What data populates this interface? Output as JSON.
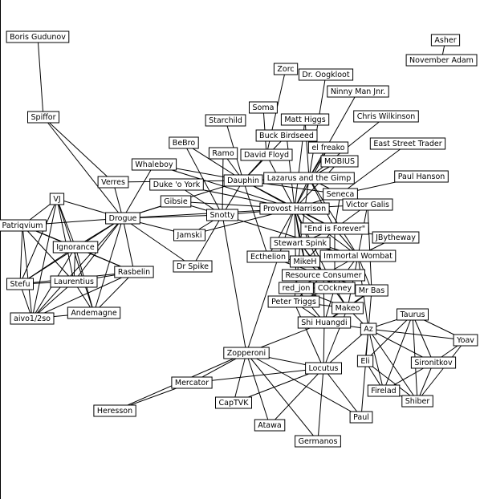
{
  "graph": {
    "nodes": [
      {
        "id": "boris",
        "label": "Boris Gudunov"
      },
      {
        "id": "spiffor",
        "label": "Spiffor"
      },
      {
        "id": "asher",
        "label": "Asher"
      },
      {
        "id": "november",
        "label": "November Adam"
      },
      {
        "id": "zorc",
        "label": "Zorc"
      },
      {
        "id": "oogkloot",
        "label": "Dr. Oogkloot"
      },
      {
        "id": "ninny",
        "label": "Ninny Man Jnr."
      },
      {
        "id": "soma",
        "label": "Soma"
      },
      {
        "id": "matthiggs",
        "label": "Matt Higgs"
      },
      {
        "id": "starchild",
        "label": "Starchild"
      },
      {
        "id": "chrisw",
        "label": "Chris Wilkinson"
      },
      {
        "id": "buck",
        "label": "Buck Birdseed"
      },
      {
        "id": "bebro",
        "label": "BeBro"
      },
      {
        "id": "eastst",
        "label": "East Street Trader"
      },
      {
        "id": "elfreako",
        "label": "el freako"
      },
      {
        "id": "ramo",
        "label": "Ramo"
      },
      {
        "id": "davidfloyd",
        "label": "David Floyd"
      },
      {
        "id": "mobius",
        "label": "MOBIUS"
      },
      {
        "id": "whaleboy",
        "label": "Whaleboy"
      },
      {
        "id": "paulhanson",
        "label": "Paul Hanson"
      },
      {
        "id": "verres",
        "label": "Verres"
      },
      {
        "id": "dukeoyork",
        "label": "Duke 'o York"
      },
      {
        "id": "dauphin",
        "label": "Dauphin"
      },
      {
        "id": "lazarus",
        "label": "Lazarus and the Gimp"
      },
      {
        "id": "seneca",
        "label": "Seneca"
      },
      {
        "id": "vj",
        "label": "VJ"
      },
      {
        "id": "gibsie",
        "label": "Gibsie"
      },
      {
        "id": "provost",
        "label": "Provost Harrison"
      },
      {
        "id": "victorgalis",
        "label": "Victor Galis"
      },
      {
        "id": "drogue",
        "label": "Drogue"
      },
      {
        "id": "snotty",
        "label": "Snotty"
      },
      {
        "id": "patriqvium",
        "label": "Patriqvium"
      },
      {
        "id": "endforever",
        "label": "\"End is Forever\""
      },
      {
        "id": "jamski",
        "label": "Jamski"
      },
      {
        "id": "jbytheway",
        "label": "JBytheway"
      },
      {
        "id": "stewart",
        "label": "Stewart Spink"
      },
      {
        "id": "ignorance",
        "label": "Ignorance"
      },
      {
        "id": "ecthelion",
        "label": "Ecthelion"
      },
      {
        "id": "immortal",
        "label": "Immortal Wombat"
      },
      {
        "id": "drspike",
        "label": "Dr Spike"
      },
      {
        "id": "mikeh",
        "label": "MikeH"
      },
      {
        "id": "rasbelin",
        "label": "Rasbelin"
      },
      {
        "id": "resource",
        "label": "Resource Consumer"
      },
      {
        "id": "laurentius",
        "label": "Laurentius"
      },
      {
        "id": "stefu",
        "label": "Stefu"
      },
      {
        "id": "redjon",
        "label": "red_jon"
      },
      {
        "id": "cockney",
        "label": "COckney"
      },
      {
        "id": "mrbas",
        "label": "Mr Bas"
      },
      {
        "id": "petertriggs",
        "label": "Peter Triggs"
      },
      {
        "id": "makeo",
        "label": "Makeo"
      },
      {
        "id": "aivo",
        "label": "aivo1/2so"
      },
      {
        "id": "andemagne",
        "label": "Andemagne"
      },
      {
        "id": "taurus",
        "label": "Taurus"
      },
      {
        "id": "shihuangdi",
        "label": "Shi Huangdi"
      },
      {
        "id": "az",
        "label": "Az"
      },
      {
        "id": "yoav",
        "label": "Yoav"
      },
      {
        "id": "zopperoni",
        "label": "Zopperoni"
      },
      {
        "id": "eli",
        "label": "Eli"
      },
      {
        "id": "sironitkov",
        "label": "Sironitkov"
      },
      {
        "id": "locutus",
        "label": "Locutus"
      },
      {
        "id": "mercator",
        "label": "Mercator"
      },
      {
        "id": "firelad",
        "label": "Firelad"
      },
      {
        "id": "shiber",
        "label": "Shiber"
      },
      {
        "id": "captvk",
        "label": "CapTVK"
      },
      {
        "id": "heresson",
        "label": "Heresson"
      },
      {
        "id": "paul",
        "label": "Paul"
      },
      {
        "id": "atawa",
        "label": "Atawa"
      },
      {
        "id": "germanos",
        "label": "Germanos"
      }
    ],
    "edges": [
      [
        "boris",
        "spiffor"
      ],
      [
        "asher",
        "november"
      ],
      [
        "spiffor",
        "drogue"
      ],
      [
        "spiffor",
        "verres"
      ],
      [
        "zorc",
        "davidfloyd"
      ],
      [
        "oogkloot",
        "lazarus"
      ],
      [
        "ninny",
        "lazarus"
      ],
      [
        "soma",
        "davidfloyd"
      ],
      [
        "matthiggs",
        "provost"
      ],
      [
        "matthiggs",
        "lazarus"
      ],
      [
        "starchild",
        "dauphin"
      ],
      [
        "chrisw",
        "lazarus"
      ],
      [
        "buck",
        "provost"
      ],
      [
        "buck",
        "dauphin"
      ],
      [
        "bebro",
        "dauphin"
      ],
      [
        "bebro",
        "snotty"
      ],
      [
        "eastst",
        "seneca"
      ],
      [
        "elfreako",
        "provost"
      ],
      [
        "elfreako",
        "lazarus"
      ],
      [
        "ramo",
        "dauphin"
      ],
      [
        "ramo",
        "snotty"
      ],
      [
        "davidfloyd",
        "provost"
      ],
      [
        "davidfloyd",
        "dauphin"
      ],
      [
        "mobius",
        "provost"
      ],
      [
        "mobius",
        "lazarus"
      ],
      [
        "whaleboy",
        "dauphin"
      ],
      [
        "whaleboy",
        "provost"
      ],
      [
        "whaleboy",
        "drogue"
      ],
      [
        "paulhanson",
        "seneca"
      ],
      [
        "verres",
        "dauphin"
      ],
      [
        "verres",
        "drogue"
      ],
      [
        "dukeoyork",
        "snotty"
      ],
      [
        "dukeoyork",
        "provost"
      ],
      [
        "dauphin",
        "provost"
      ],
      [
        "dauphin",
        "lazarus"
      ],
      [
        "dauphin",
        "snotty"
      ],
      [
        "dauphin",
        "drogue"
      ],
      [
        "dauphin",
        "ecthelion"
      ],
      [
        "dauphin",
        "endforever"
      ],
      [
        "dauphin",
        "seneca"
      ],
      [
        "lazarus",
        "provost"
      ],
      [
        "lazarus",
        "seneca"
      ],
      [
        "lazarus",
        "endforever"
      ],
      [
        "lazarus",
        "immortal"
      ],
      [
        "lazarus",
        "stewart"
      ],
      [
        "seneca",
        "provost"
      ],
      [
        "seneca",
        "victorgalis"
      ],
      [
        "seneca",
        "endforever"
      ],
      [
        "provost",
        "snotty"
      ],
      [
        "provost",
        "drogue"
      ],
      [
        "provost",
        "victorgalis"
      ],
      [
        "provost",
        "endforever"
      ],
      [
        "provost",
        "stewart"
      ],
      [
        "provost",
        "immortal"
      ],
      [
        "provost",
        "mikeh"
      ],
      [
        "provost",
        "resource"
      ],
      [
        "provost",
        "ecthelion"
      ],
      [
        "provost",
        "jamski"
      ],
      [
        "provost",
        "zopperoni"
      ],
      [
        "provost",
        "redjon"
      ],
      [
        "provost",
        "cockney"
      ],
      [
        "victorgalis",
        "endforever"
      ],
      [
        "victorgalis",
        "immortal"
      ],
      [
        "victorgalis",
        "mrbas"
      ],
      [
        "gibsie",
        "snotty"
      ],
      [
        "gibsie",
        "provost"
      ],
      [
        "gibsie",
        "drogue"
      ],
      [
        "drogue",
        "snotty"
      ],
      [
        "drogue",
        "jamski"
      ],
      [
        "drogue",
        "vj"
      ],
      [
        "drogue",
        "patriqvium"
      ],
      [
        "drogue",
        "ignorance"
      ],
      [
        "drogue",
        "laurentius"
      ],
      [
        "drogue",
        "stefu"
      ],
      [
        "drogue",
        "rasbelin"
      ],
      [
        "drogue",
        "drspike"
      ],
      [
        "drogue",
        "aivo"
      ],
      [
        "drogue",
        "andemagne"
      ],
      [
        "snotty",
        "drspike"
      ],
      [
        "snotty",
        "jamski"
      ],
      [
        "snotty",
        "zopperoni"
      ],
      [
        "snotty",
        "immortal"
      ],
      [
        "vj",
        "patriqvium"
      ],
      [
        "vj",
        "ignorance"
      ],
      [
        "vj",
        "laurentius"
      ],
      [
        "vj",
        "stefu"
      ],
      [
        "vj",
        "aivo"
      ],
      [
        "vj",
        "andemagne"
      ],
      [
        "patriqvium",
        "ignorance"
      ],
      [
        "patriqvium",
        "laurentius"
      ],
      [
        "patriqvium",
        "stefu"
      ],
      [
        "patriqvium",
        "aivo"
      ],
      [
        "patriqvium",
        "rasbelin"
      ],
      [
        "ignorance",
        "laurentius"
      ],
      [
        "ignorance",
        "stefu"
      ],
      [
        "ignorance",
        "aivo"
      ],
      [
        "ignorance",
        "rasbelin"
      ],
      [
        "ignorance",
        "andemagne"
      ],
      [
        "laurentius",
        "stefu"
      ],
      [
        "laurentius",
        "aivo"
      ],
      [
        "laurentius",
        "rasbelin"
      ],
      [
        "laurentius",
        "andemagne"
      ],
      [
        "stefu",
        "aivo"
      ],
      [
        "stefu",
        "rasbelin"
      ],
      [
        "aivo",
        "andemagne"
      ],
      [
        "aivo",
        "rasbelin"
      ],
      [
        "rasbelin",
        "andemagne"
      ],
      [
        "endforever",
        "stewart"
      ],
      [
        "endforever",
        "immortal"
      ],
      [
        "endforever",
        "jbytheway"
      ],
      [
        "endforever",
        "mikeh"
      ],
      [
        "endforever",
        "cockney"
      ],
      [
        "stewart",
        "immortal"
      ],
      [
        "stewart",
        "mikeh"
      ],
      [
        "stewart",
        "resource"
      ],
      [
        "stewart",
        "redjon"
      ],
      [
        "stewart",
        "cockney"
      ],
      [
        "jbytheway",
        "immortal"
      ],
      [
        "immortal",
        "mikeh"
      ],
      [
        "immortal",
        "resource"
      ],
      [
        "immortal",
        "mrbas"
      ],
      [
        "immortal",
        "cockney"
      ],
      [
        "immortal",
        "makeo"
      ],
      [
        "immortal",
        "az"
      ],
      [
        "ecthelion",
        "mikeh"
      ],
      [
        "ecthelion",
        "resource"
      ],
      [
        "mikeh",
        "resource"
      ],
      [
        "resource",
        "redjon"
      ],
      [
        "resource",
        "cockney"
      ],
      [
        "resource",
        "mrbas"
      ],
      [
        "resource",
        "petertriggs"
      ],
      [
        "resource",
        "makeo"
      ],
      [
        "resource",
        "shihuangdi"
      ],
      [
        "redjon",
        "cockney"
      ],
      [
        "redjon",
        "petertriggs"
      ],
      [
        "redjon",
        "makeo"
      ],
      [
        "redjon",
        "shihuangdi"
      ],
      [
        "cockney",
        "mrbas"
      ],
      [
        "cockney",
        "makeo"
      ],
      [
        "cockney",
        "shihuangdi"
      ],
      [
        "cockney",
        "petertriggs"
      ],
      [
        "mrbas",
        "makeo"
      ],
      [
        "mrbas",
        "az"
      ],
      [
        "mrbas",
        "shihuangdi"
      ],
      [
        "petertriggs",
        "makeo"
      ],
      [
        "petertriggs",
        "shihuangdi"
      ],
      [
        "petertriggs",
        "locutus"
      ],
      [
        "makeo",
        "shihuangdi"
      ],
      [
        "makeo",
        "az"
      ],
      [
        "makeo",
        "locutus"
      ],
      [
        "shihuangdi",
        "az"
      ],
      [
        "shihuangdi",
        "locutus"
      ],
      [
        "shihuangdi",
        "zopperoni"
      ],
      [
        "az",
        "taurus"
      ],
      [
        "az",
        "yoav"
      ],
      [
        "az",
        "eli"
      ],
      [
        "az",
        "sironitkov"
      ],
      [
        "az",
        "firelad"
      ],
      [
        "az",
        "shiber"
      ],
      [
        "az",
        "locutus"
      ],
      [
        "az",
        "paul"
      ],
      [
        "taurus",
        "yoav"
      ],
      [
        "taurus",
        "sironitkov"
      ],
      [
        "taurus",
        "firelad"
      ],
      [
        "taurus",
        "shiber"
      ],
      [
        "taurus",
        "eli"
      ],
      [
        "yoav",
        "sironitkov"
      ],
      [
        "yoav",
        "shiber"
      ],
      [
        "sironitkov",
        "firelad"
      ],
      [
        "sironitkov",
        "shiber"
      ],
      [
        "eli",
        "firelad"
      ],
      [
        "eli",
        "shiber"
      ],
      [
        "firelad",
        "shiber"
      ],
      [
        "zopperoni",
        "locutus"
      ],
      [
        "zopperoni",
        "mercator"
      ],
      [
        "zopperoni",
        "captvk"
      ],
      [
        "zopperoni",
        "atawa"
      ],
      [
        "zopperoni",
        "germanos"
      ],
      [
        "zopperoni",
        "paul"
      ],
      [
        "zopperoni",
        "heresson"
      ],
      [
        "locutus",
        "mercator"
      ],
      [
        "locutus",
        "captvk"
      ],
      [
        "locutus",
        "atawa"
      ],
      [
        "locutus",
        "germanos"
      ],
      [
        "locutus",
        "paul"
      ],
      [
        "mercator",
        "heresson"
      ]
    ]
  }
}
